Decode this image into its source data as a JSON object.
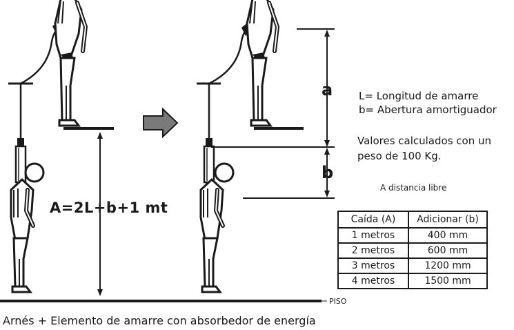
{
  "legend": {
    "line1": "L= Longitud de amarre",
    "line2": "b= Abertura amortiguador"
  },
  "info": {
    "line1": "Valores calculados con un",
    "line2": "peso de 100 Kg."
  },
  "free_distance_label": "A distancia libre",
  "formula": "A=2L+b+1 mt",
  "dimension_a": "a",
  "dimension_b": "b",
  "floor_label": "PISO",
  "caption": "Arnés + Elemento de amarre con absorbedor de energía",
  "table": {
    "headers": [
      "Caída (A)",
      "Adicionar (b)"
    ],
    "rows": [
      [
        "1 metros",
        "400 mm"
      ],
      [
        "2 metros",
        "600 mm"
      ],
      [
        "3 metros",
        "1200 mm"
      ],
      [
        "4 metros",
        "1500 mm"
      ]
    ]
  },
  "colors": {
    "ink": "#1a1a1a",
    "arrow_fill": "#7a7a7a"
  }
}
